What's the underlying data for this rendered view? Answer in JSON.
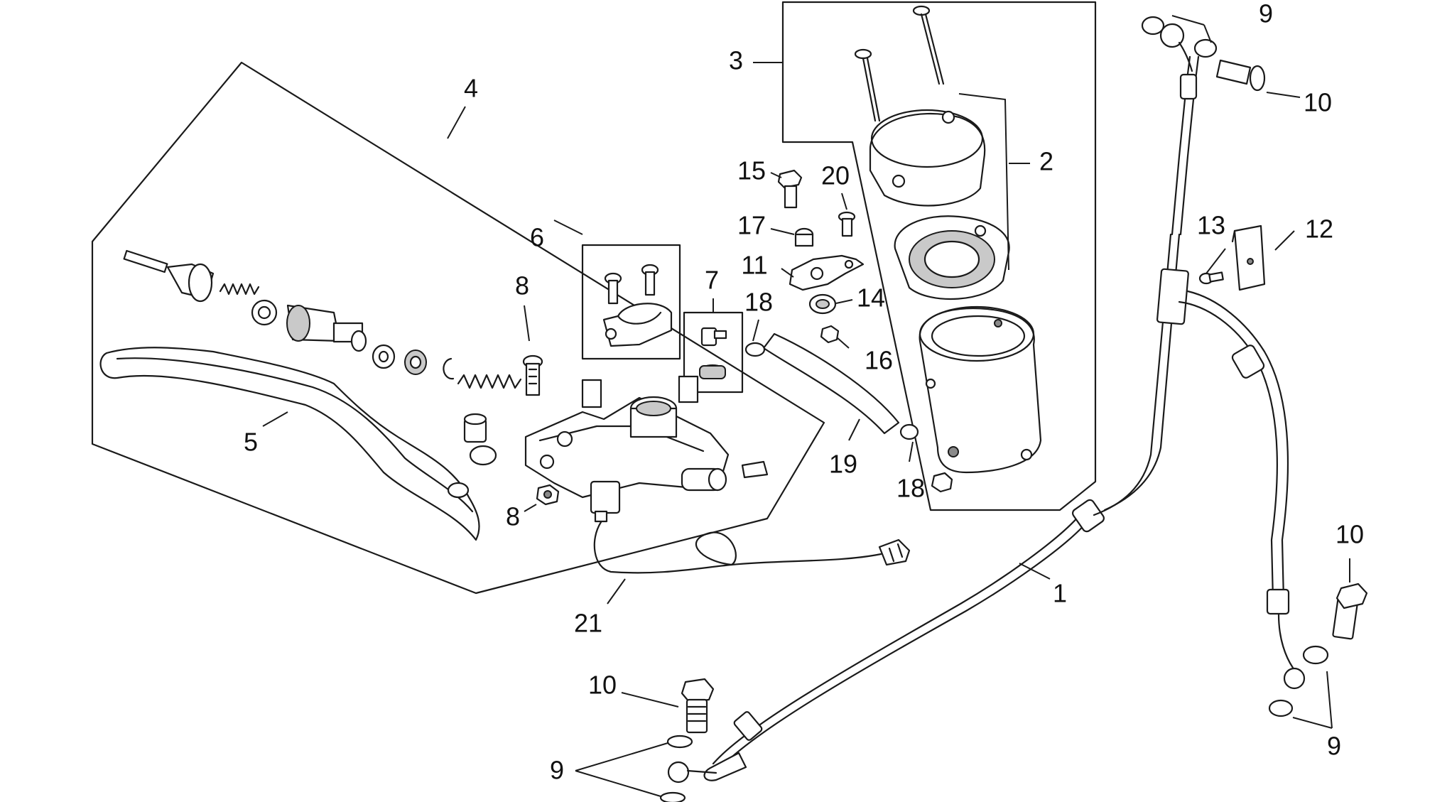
{
  "callouts": {
    "n1": "1",
    "n2": "2",
    "n3": "3",
    "n4": "4",
    "n5": "5",
    "n6": "6",
    "n7": "7",
    "n8": "8",
    "n9": "9",
    "n10": "10",
    "n11": "11",
    "n12": "12",
    "n13": "13",
    "n14": "14",
    "n15": "15",
    "n16": "16",
    "n17": "17",
    "n18": "18",
    "n19": "19",
    "n20": "20",
    "n21": "21"
  }
}
